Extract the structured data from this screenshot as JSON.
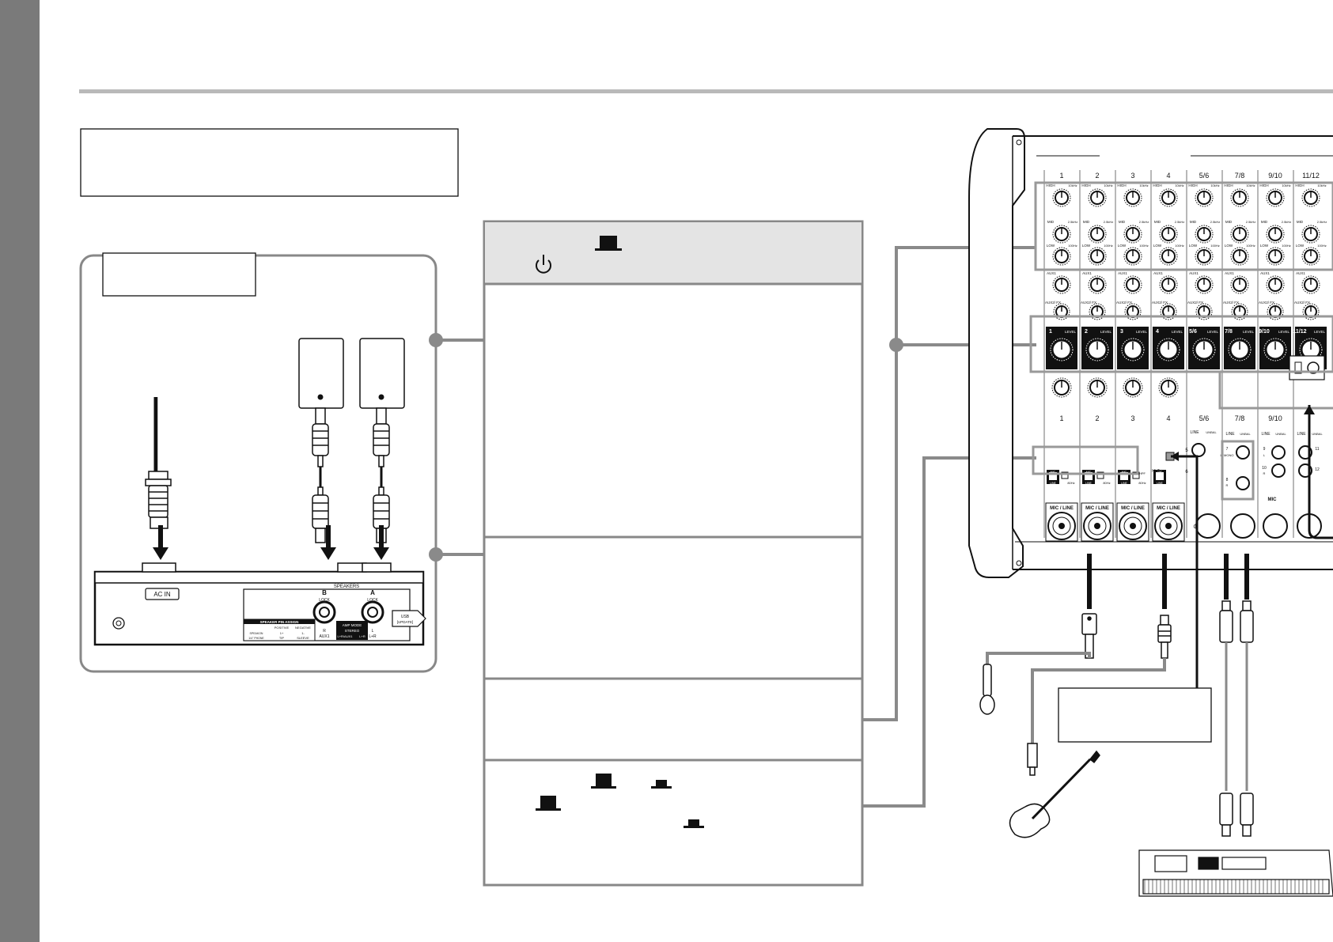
{
  "colors": {
    "sidebar": "#7a7a7a",
    "rule": "#b9b9b9",
    "panel_border": "#888888",
    "step_header_bg": "#e4e4e4",
    "connector_grey": "#8a8a8a",
    "ink": "#111111"
  },
  "icons": {
    "power": "power-icon",
    "button_pressed": "button-pressed-icon",
    "button_released": "button-released-icon",
    "arrow": "arrow-down-icon"
  },
  "rear_panel": {
    "ac_in_label": "AC IN",
    "speakers_label": "SPEAKERS",
    "jack_b_label": "B",
    "jack_a_label": "A",
    "lock_label": "LOCK",
    "pin_assign_title": "SPEAKER PIN ASSIGN",
    "pin_assign_headers": [
      "POSITIVE",
      "NEGATIVE"
    ],
    "pin_rows": [
      {
        "type": "SPEAKON",
        "positive": "1+",
        "negative": "1-"
      },
      {
        "type": "1/4\" PHONE",
        "positive": "TIP",
        "negative": "SLEEVE"
      }
    ],
    "amp_mode_title": "AMP MODE",
    "amp_mode_stereo": "STEREO",
    "amp_mode_options": [
      "L+R/AUX1",
      "L+R"
    ],
    "jack_b_sub": [
      "R",
      "AUX1"
    ],
    "jack_a_sub": [
      "L",
      "L+R"
    ],
    "usb_label": [
      "USB",
      "[UPDATE]"
    ]
  },
  "mixer": {
    "channel_headers": [
      "1",
      "2",
      "3",
      "4",
      "5/6",
      "7/8",
      "9/10",
      "11/12"
    ],
    "eq_labels": {
      "high": "HIGH",
      "mid": "MID",
      "low": "LOW"
    },
    "eq_freqs": {
      "high": "10kHz",
      "mid": "2.5kHz",
      "low": "100Hz"
    },
    "aux_labels": {
      "aux1": "AUX1",
      "aux2_fx": "AUX2/ FX"
    },
    "level_labels": [
      "1",
      "2",
      "3",
      "4",
      "5/6",
      "7/8",
      "9/10",
      "11/12"
    ],
    "level_word": "LEVEL",
    "gain_channel_numbers": [
      "1",
      "2",
      "3",
      "4",
      "5/6",
      "7/8",
      "9/10"
    ],
    "mic_line_switch": {
      "mic": "MIC",
      "line": "LINE",
      "hpf": "HPF",
      "hpf_freq": "80Hz"
    },
    "hiz_label": "Hi-Z",
    "xlr_label": "MIC / LINE",
    "line_label": "LINE",
    "unbal_label": "UNBAL",
    "ch78_labels": [
      "7",
      "L/ MONO",
      "8",
      "R"
    ],
    "ch910_labels": [
      "9",
      "L",
      "10",
      "R"
    ],
    "ch1112_labels": [
      "11",
      "12"
    ],
    "mic_label": "MIC",
    "ch56_labels": [
      "5",
      "6"
    ],
    "c_label": "C"
  }
}
